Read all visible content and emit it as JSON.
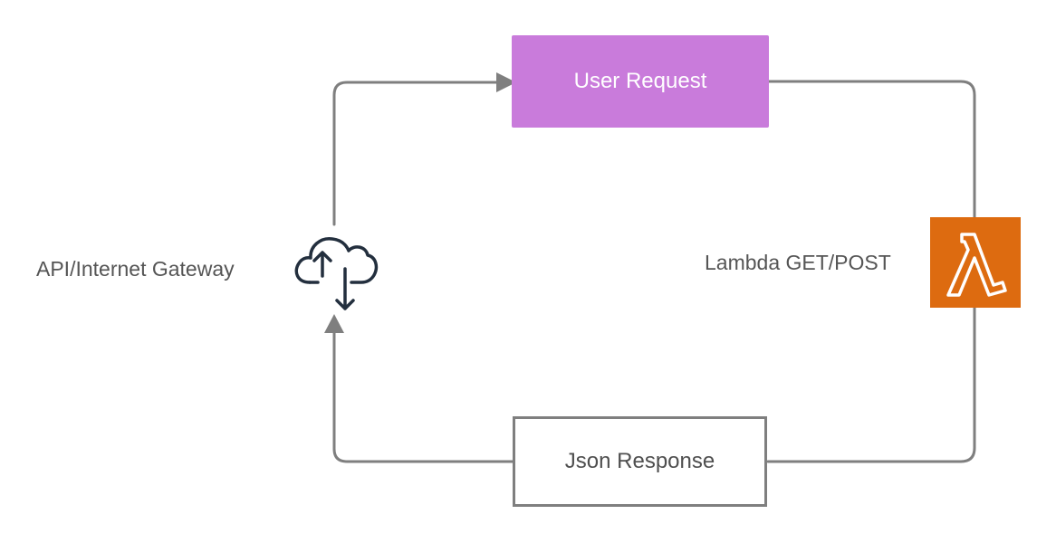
{
  "nodes": {
    "user_request": "User Request",
    "json_response": "Json Response"
  },
  "labels": {
    "gateway": "API/Internet Gateway",
    "lambda": "Lambda GET/POST"
  },
  "icons": {
    "gateway": "cloud-upload-download-icon",
    "lambda": "aws-lambda-icon"
  },
  "colors": {
    "user_request_fill": "#c97bdb",
    "lambda_fill": "#dd6b10",
    "connector": "#7f7f7f",
    "gateway_icon": "#232f3e"
  }
}
